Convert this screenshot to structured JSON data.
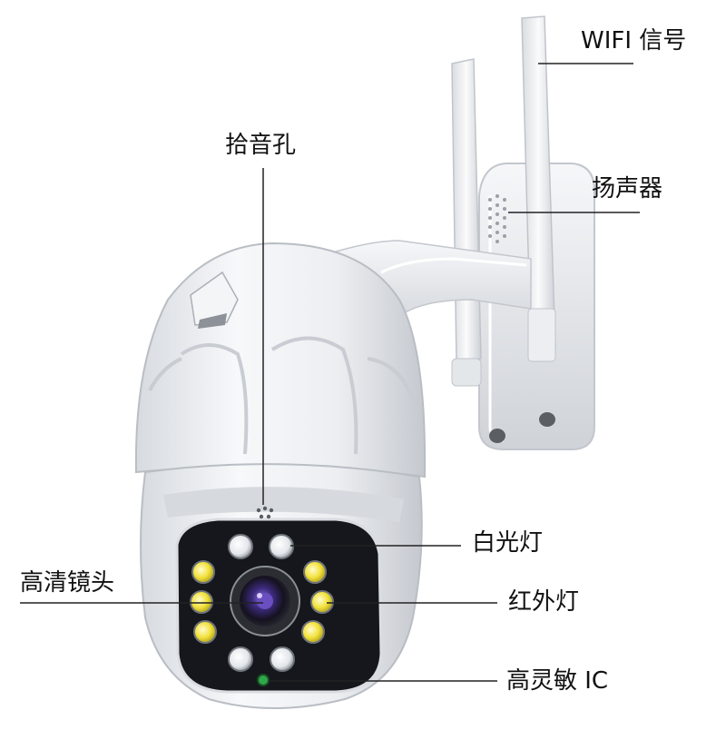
{
  "labels": {
    "wifi": "WIFI 信号",
    "mic": "拾音孔",
    "speaker": "扬声器",
    "white_light": "白光灯",
    "lens": "高清镜头",
    "ir_light": "红外灯",
    "ic": "高灵敏 IC"
  },
  "colors": {
    "body": "#eef0f3",
    "shadow": "#c9cdd3",
    "face": "#14161b",
    "white_led": "#f2f4f6",
    "ir_led": "#f4e64a",
    "lens_center": "#6a4fc0",
    "sensor": "#2fa84a",
    "leader_line": "#222222"
  }
}
